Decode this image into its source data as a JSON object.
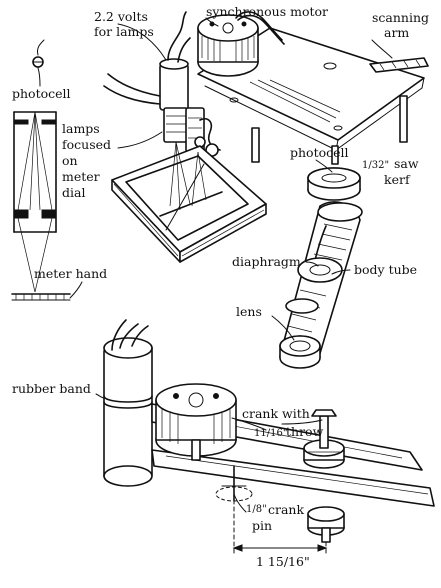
{
  "labels": {
    "volts_line1": "2.2 volts",
    "volts_line2": "for lamps",
    "synchronous_motor": "synchronous motor",
    "scanning_line1": "scanning",
    "scanning_line2": "arm",
    "photocell_left": "photocell",
    "lamps_line1": "lamps",
    "lamps_line2": "focused",
    "lamps_line3": "on",
    "lamps_line4": "meter",
    "lamps_line5": "dial",
    "meter_hand": "meter hand",
    "photocell_right": "photocell",
    "saw_kerf_fraction": "1/32\"",
    "saw_kerf_line1": "saw",
    "saw_kerf_line2": "kerf",
    "diaphragm": "diaphragm",
    "body_tube": "body tube",
    "lens": "lens",
    "rubber_band": "rubber band",
    "crank_line1": "crank with",
    "crank_fraction": "11/16\"",
    "crank_line2": "throw",
    "crank_pin_fraction": "1/8\"",
    "crank_pin_line1": "crank",
    "crank_pin_line2": "pin",
    "dimension": "1 15/16\""
  }
}
